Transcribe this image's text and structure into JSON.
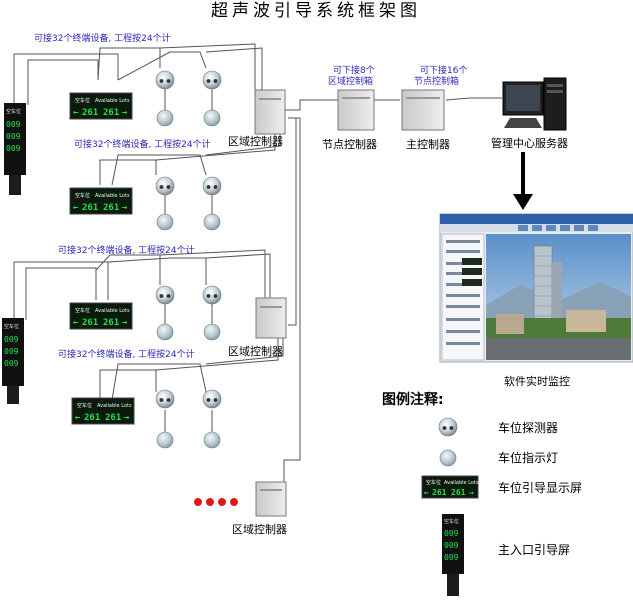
{
  "title": "超声波引导系统框架图",
  "notes": {
    "terminal_note": "可接32个终端设备, 工程按24个计",
    "node_note_line1": "可下接8个",
    "node_note_line2": "区域控制箱",
    "main_note_line1": "可下接16个",
    "main_note_line2": "节点控制箱"
  },
  "labels": {
    "zone_controller": "区域控制器",
    "node_controller": "节点控制器",
    "main_controller": "主控制器",
    "server": "管理中心服务器",
    "software_monitor": "软件实时监控"
  },
  "sign": {
    "header_cn": "空车位",
    "header_en": "Available Lots",
    "count": "261",
    "entrance_header": "空车位",
    "entrance_counts": [
      "009",
      "009",
      "009"
    ]
  },
  "legend": {
    "title": "图例注释:",
    "items": [
      {
        "icon": "detector-icon",
        "label": "车位探测器"
      },
      {
        "icon": "indicator-light-icon",
        "label": "车位指示灯"
      },
      {
        "icon": "guide-display-icon",
        "label": "车位引导显示屏"
      },
      {
        "icon": "entrance-screen-icon",
        "label": "主入口引导屏"
      }
    ]
  },
  "colors": {
    "note_blue": "#2a2ab8",
    "led_green": "#22e04a",
    "led_bg": "#0c1a0c",
    "red_dots": "#e01818"
  }
}
